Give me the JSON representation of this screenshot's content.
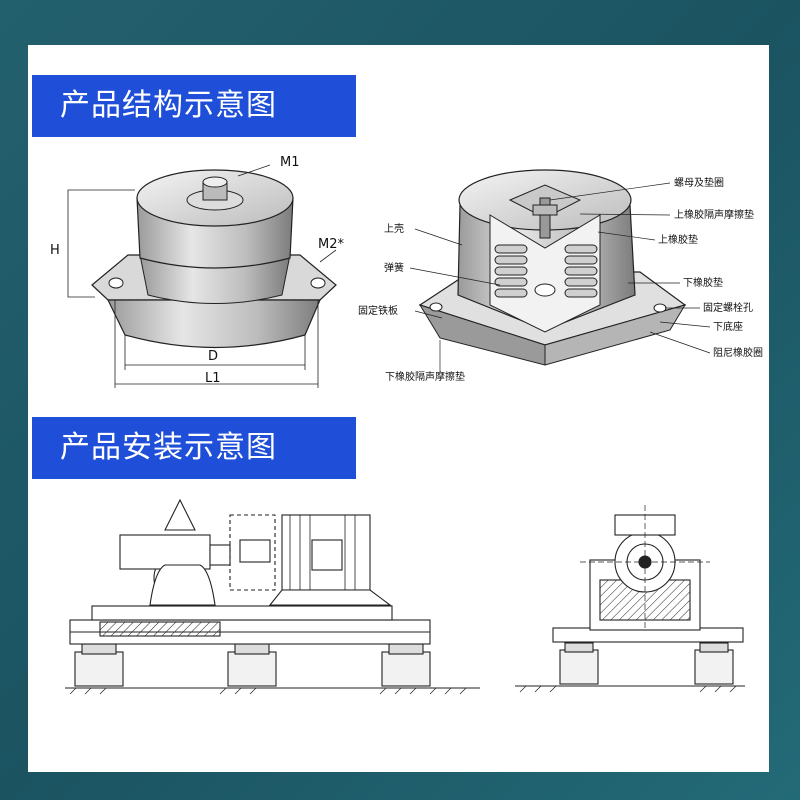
{
  "sections": [
    {
      "title": "产品结构示意图"
    },
    {
      "title": "产品安装示意图"
    }
  ],
  "dimension_labels": {
    "m1": "M1",
    "m2": "M2*",
    "h": "H",
    "d": "D",
    "l1": "L1"
  },
  "cutaway_labels": {
    "nut": "螺母及垫圈",
    "upper_pad": "上橡胶隔声摩擦垫",
    "upper_rubber": "上橡胶垫",
    "shell": "上壳",
    "spring": "弹簧",
    "lower_rubber": "下橡胶垫",
    "bolt_hole": "固定螺栓孔",
    "plate": "固定铁板",
    "base": "下底座",
    "damping_ring": "阻尼橡胶圈",
    "lower_pad": "下橡胶隔声摩擦垫"
  },
  "colors": {
    "banner": "#1f4fd8",
    "background": "#1e5a68",
    "panel": "#ffffff"
  }
}
